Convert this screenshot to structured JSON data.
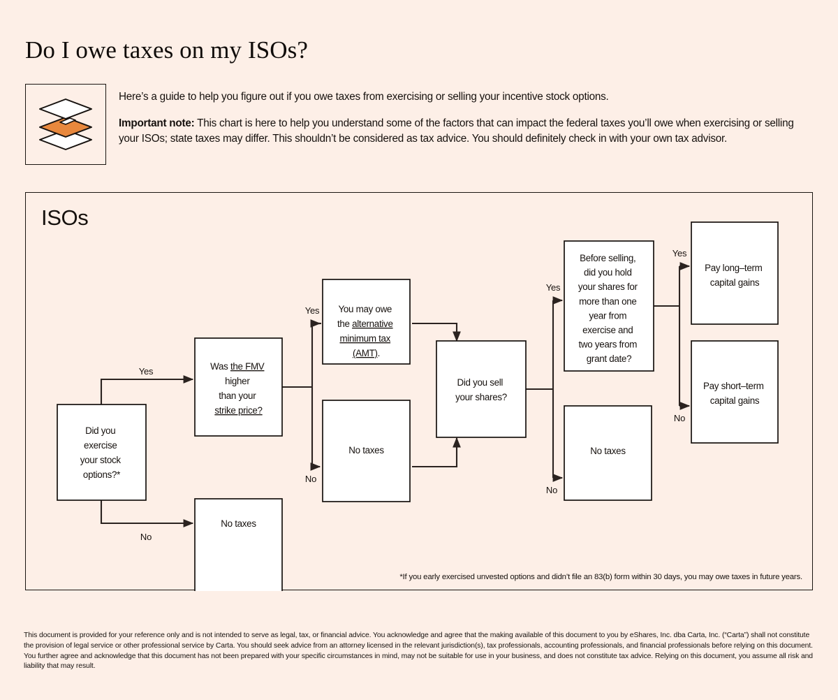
{
  "document": {
    "title": "Do I owe taxes on my ISOs?",
    "background_color": "#fdefe7",
    "accent_color": "#e8883d",
    "ink_color": "#16110e"
  },
  "intro": {
    "icon_name": "stacked-layers-icon",
    "lead": "Here’s a guide to help you figure out if you owe taxes from exercising or selling your incentive stock options.",
    "note_label": "Important note:",
    "note_body": " This chart is here to help you understand some of the factors that can impact the federal taxes you’ll owe when exercising or selling your ISOs; state taxes may differ. This shouldn’t be considered as tax advice. You should definitely check in with your own tax advisor."
  },
  "flowchart": {
    "heading": "ISOs",
    "footnote": "*If you early exercised unvested options and didn’t file an 83(b) form within 30 days, you may owe taxes in future years.",
    "nodes": {
      "exercise": {
        "id": "did-you-exercise",
        "lines": [
          "Did you",
          "exercise",
          "your stock",
          "options?*"
        ]
      },
      "no_taxes_exercise": {
        "id": "no-taxes-exercise",
        "lines": [
          "No taxes"
        ]
      },
      "fmv": {
        "id": "was-fmv-higher",
        "lines": [
          "Was the FMV",
          "higher",
          "than your",
          "strike price?"
        ],
        "underlined_lines": [
          "the FMV",
          "strike price?"
        ]
      },
      "amt": {
        "id": "you-may-owe-amt",
        "lines": [
          "You may owe",
          "the alternative",
          "minimum tax",
          "(AMT)."
        ],
        "underlined_lines": [
          "alternative",
          "minimum tax",
          "(AMT)"
        ]
      },
      "no_taxes_fmv": {
        "id": "no-taxes-fmv",
        "lines": [
          "No taxes"
        ]
      },
      "sell": {
        "id": "did-you-sell-shares",
        "lines": [
          "Did you sell",
          "your shares?"
        ]
      },
      "holding": {
        "id": "holding-period-question",
        "lines": [
          "Before selling,",
          "did you hold",
          "your shares for",
          "more than one",
          "year from",
          "exercise and",
          "two years from",
          "grant date?"
        ]
      },
      "no_taxes_sell": {
        "id": "no-taxes-sell",
        "lines": [
          "No taxes"
        ]
      },
      "long_term": {
        "id": "pay-long-term-capital-gains",
        "lines": [
          "Pay long–term",
          "capital gains"
        ]
      },
      "short_term": {
        "id": "pay-short-term-capital-gains",
        "lines": [
          "Pay short–term",
          "capital gains"
        ]
      }
    },
    "edge_labels": {
      "exercise_yes": "Yes",
      "exercise_no": "No",
      "fmv_yes": "Yes",
      "fmv_no": "No",
      "sell_yes": "Yes",
      "sell_no": "No",
      "holding_yes": "Yes",
      "holding_no": "No"
    }
  },
  "disclaimer": {
    "text": "This document is provided for your reference only and is not intended to serve as legal, tax, or financial advice. You acknowledge and agree that the making available of this document to you by eShares, Inc. dba Carta, Inc. (“Carta”) shall not constitute the provision of legal service or other professional service by Carta. You should seek advice from an attorney licensed in the relevant jurisdiction(s), tax professionals, accounting professionals, and financial professionals before relying on this document. You further agree and acknowledge that this document has not been prepared with your specific circumstances in mind, may not be suitable for use in your business, and does not constitute tax advice. Relying on this document, you assume all risk and liability that may result."
  }
}
